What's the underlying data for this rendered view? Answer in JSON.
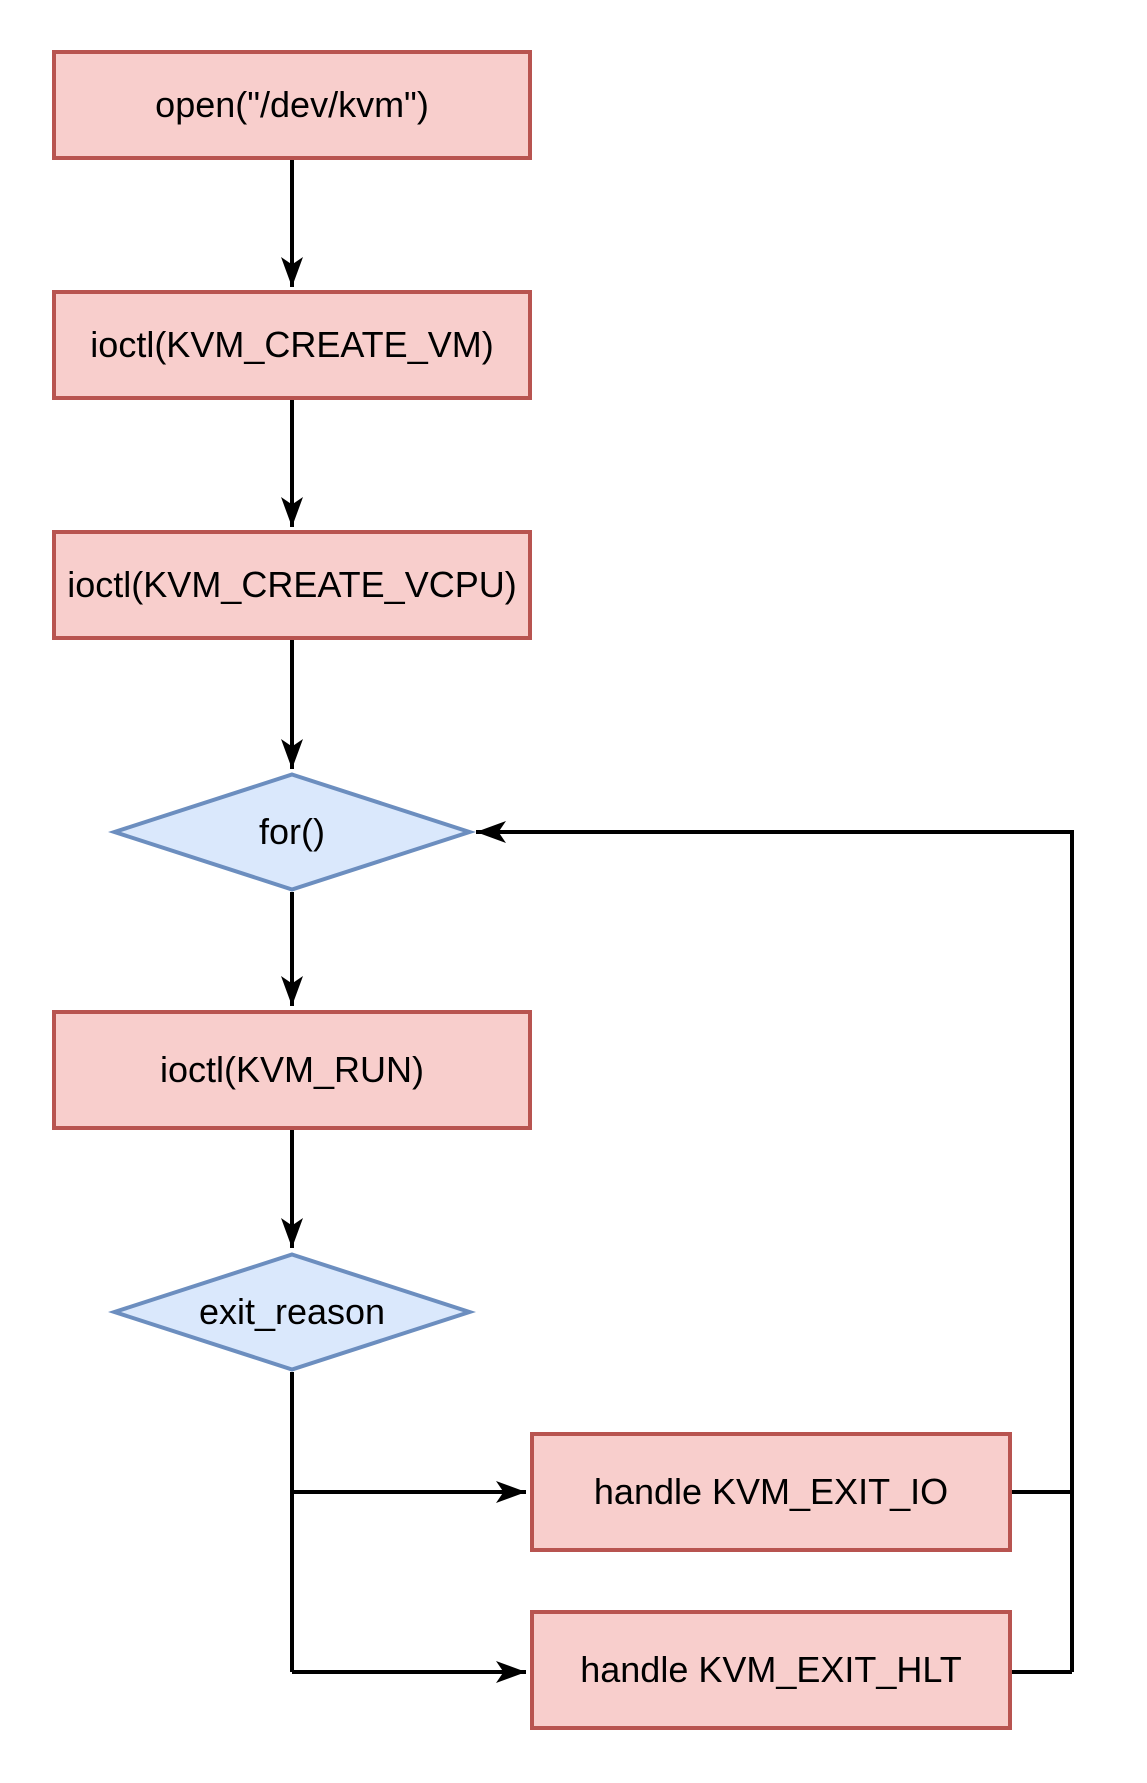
{
  "nodes": {
    "open": {
      "label": "open(\"/dev/kvm\")",
      "type": "process"
    },
    "create_vm": {
      "label": "ioctl(KVM_CREATE_VM)",
      "type": "process"
    },
    "create_vcpu": {
      "label": "ioctl(KVM_CREATE_VCPU)",
      "type": "process"
    },
    "for_loop": {
      "label": "for()",
      "type": "decision"
    },
    "kvm_run": {
      "label": "ioctl(KVM_RUN)",
      "type": "process"
    },
    "exit_reason": {
      "label": "exit_reason",
      "type": "decision"
    },
    "handle_io": {
      "label": "handle KVM_EXIT_IO",
      "type": "process"
    },
    "handle_hlt": {
      "label": "handle KVM_EXIT_HLT",
      "type": "process"
    }
  },
  "edges": [
    {
      "from": "open",
      "to": "create_vm",
      "arrow": true
    },
    {
      "from": "create_vm",
      "to": "create_vcpu",
      "arrow": true
    },
    {
      "from": "create_vcpu",
      "to": "for_loop",
      "arrow": true
    },
    {
      "from": "for_loop",
      "to": "kvm_run",
      "arrow": true
    },
    {
      "from": "kvm_run",
      "to": "exit_reason",
      "arrow": true
    },
    {
      "from": "exit_reason",
      "to": "handle_io",
      "arrow": true
    },
    {
      "from": "exit_reason",
      "to": "handle_hlt",
      "arrow": true
    },
    {
      "from": "handle_io",
      "to": "for_loop",
      "arrow": true
    },
    {
      "from": "handle_hlt",
      "to": "for_loop",
      "arrow": true
    }
  ],
  "colors": {
    "process_fill": "#f8cecc",
    "process_border": "#b85450",
    "decision_fill": "#dae8fc",
    "decision_border": "#6c8ebf",
    "connector": "#000000",
    "text": "#000000",
    "background": "#ffffff"
  }
}
